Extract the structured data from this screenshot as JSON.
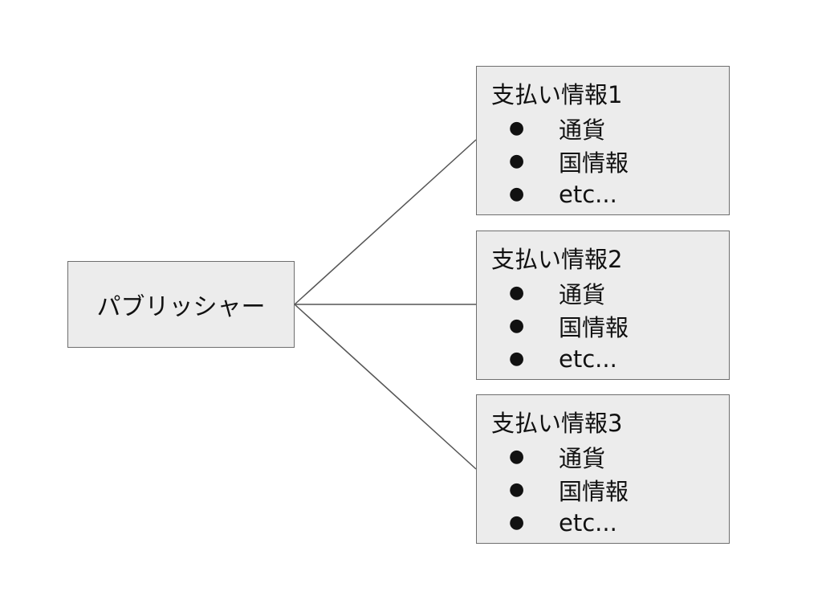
{
  "diagram": {
    "publisher": {
      "label": "パブリッシャー"
    },
    "payment_infos": [
      {
        "title": "支払い情報1",
        "items": [
          "通貨",
          "国情報",
          "etc..."
        ]
      },
      {
        "title": "支払い情報2",
        "items": [
          "通貨",
          "国情報",
          "etc..."
        ]
      },
      {
        "title": "支払い情報3",
        "items": [
          "通貨",
          "国情報",
          "etc..."
        ]
      }
    ],
    "bullet_glyph": "●",
    "colors": {
      "box_fill": "#ececec",
      "box_border": "#6e6e6e",
      "connector": "#555555"
    }
  }
}
